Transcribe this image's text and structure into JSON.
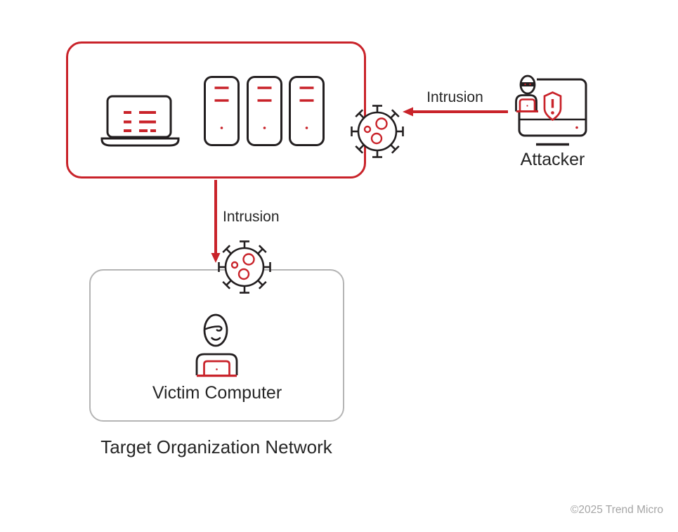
{
  "labels": {
    "intrusion_top": "Intrusion",
    "intrusion_mid": "Intrusion",
    "attacker": "Attacker",
    "victim_computer": "Victim Computer",
    "target_network": "Target Organization Network"
  },
  "footer": {
    "copyright": "©2025 Trend Micro"
  },
  "colors": {
    "red": "#c9232a",
    "dark": "#231f20",
    "box_gray": "#b4b4b4",
    "text_dark": "#262626",
    "muted": "#a5a5a5",
    "background": "#ffffff"
  },
  "icons": {
    "laptop": "laptop-icon",
    "server": "server-icon",
    "malware": "virus-icon",
    "attacker": "attacker-workstation-icon",
    "victim": "user-at-laptop-icon",
    "arrow": "red-arrow"
  }
}
